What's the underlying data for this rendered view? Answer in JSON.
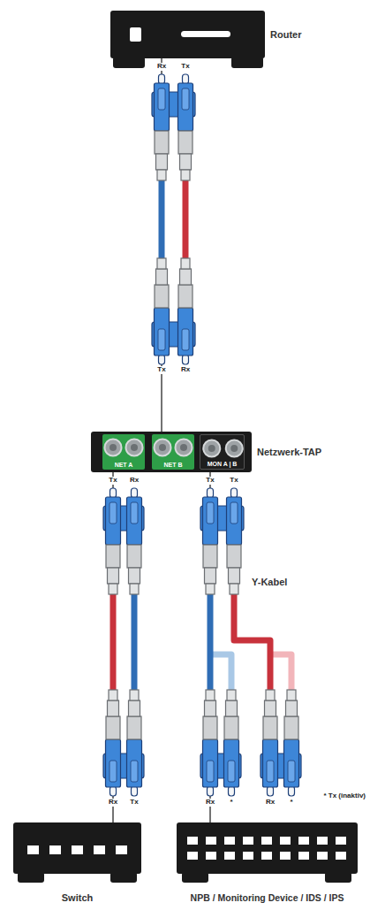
{
  "diagram": {
    "nodes": [
      {
        "text": [
          "Router"
        ]
      },
      {
        "text": [
          "Netzwerk-TAP"
        ]
      },
      {
        "text": [
          "NET A"
        ],
        "in": 1
      },
      {
        "text": [
          "NET B"
        ],
        "in": 1
      },
      {
        "text": [
          "MON A | B"
        ],
        "in": 1
      },
      {
        "text": [
          "Switch"
        ]
      },
      {
        "text": [
          "NPB / Monitoring Device / IDS / IPS"
        ]
      }
    ],
    "edges": [
      {
        "from": 0,
        "to": 3,
        "arrow": "none"
      },
      {
        "from": 2,
        "to": 5,
        "arrow": "none"
      },
      {
        "from": 4,
        "to": 6,
        "arrow": "none"
      }
    ],
    "labels": [
      "Rx",
      "Tx",
      "Tx",
      "Rx",
      "Tx",
      "Rx",
      "Tx",
      "Tx",
      "Y-Kabel",
      "Rx",
      "Tx",
      "Rx",
      "*",
      "Rx",
      "*",
      "* Tx (inaktiv)"
    ]
  }
}
